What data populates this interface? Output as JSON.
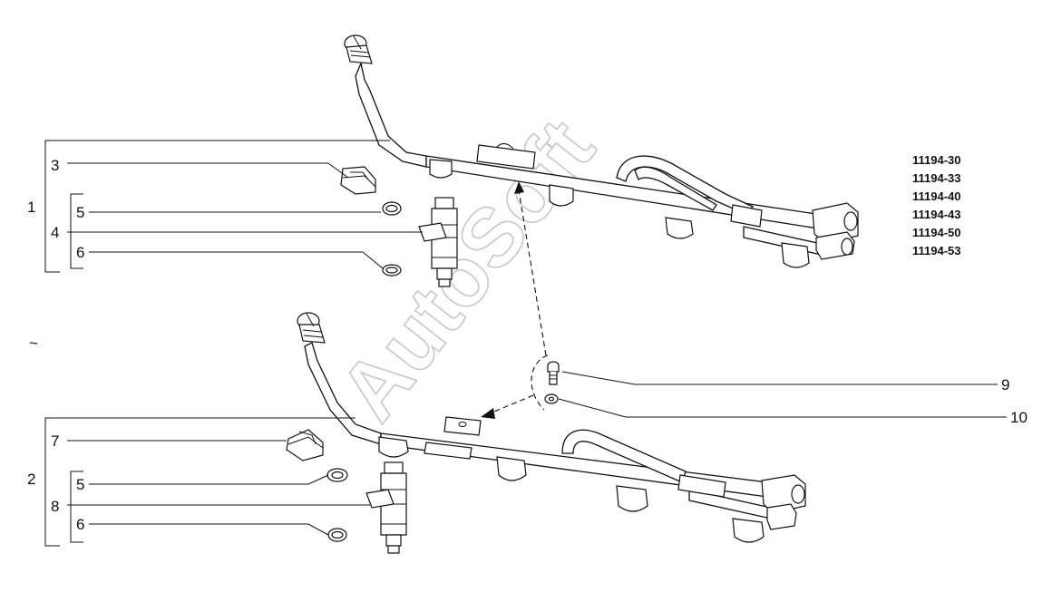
{
  "callouts": {
    "c1": "1",
    "c2": "2",
    "c3": "3",
    "c4": "4",
    "c5a": "5",
    "c5b": "5",
    "c6a": "6",
    "c6b": "6",
    "c7": "7",
    "c8": "8",
    "c9": "9",
    "c10": "10"
  },
  "tilde": "~",
  "model_codes": [
    "11194-30",
    "11194-33",
    "11194-40",
    "11194-43",
    "11194-50",
    "11194-53"
  ],
  "watermark": "AutoSoft"
}
